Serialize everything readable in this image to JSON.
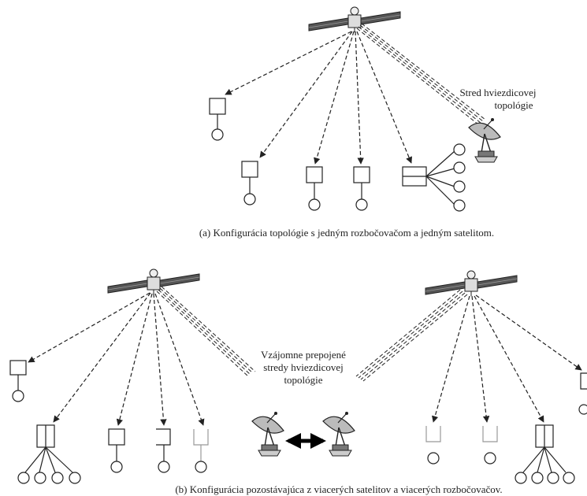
{
  "figure_a": {
    "caption": "(a) Konfigurácia topológie s jedným rozbočovačom a jedným satelitom.",
    "hub_label": [
      "Stred hviezdicovej",
      "topológie"
    ]
  },
  "figure_b": {
    "caption": "(b) Konfigurácia pozostávajúca z viacerých satelitov a viacerých rozbočovačov.",
    "hub_label": [
      "Vzájomne prepojené",
      "stredy hviezdicovej",
      "topológie"
    ]
  }
}
